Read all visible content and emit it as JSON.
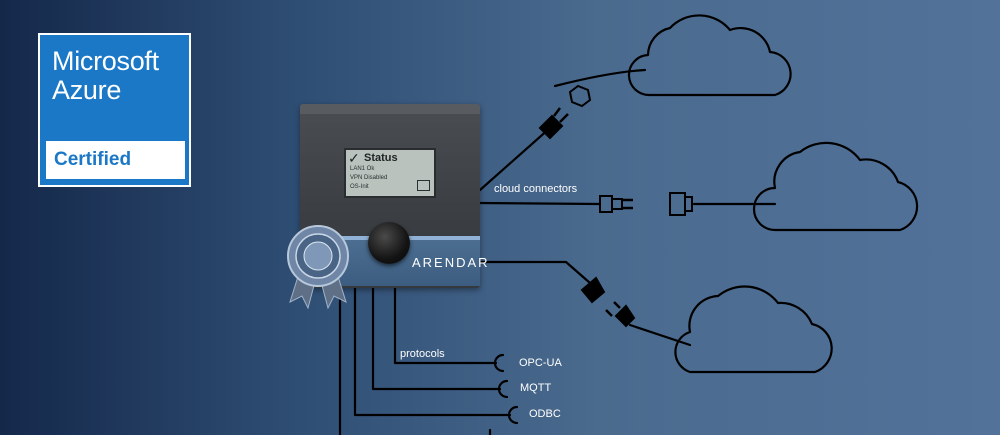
{
  "badge": {
    "brand_line1": "Microsoft",
    "brand_line2": "Azure",
    "certified": "Certified"
  },
  "device": {
    "lcd_title": "Status",
    "lcd_lines": [
      "LAN1 Ok",
      "VPN Disabled",
      "OS-Init"
    ],
    "logo": "ARENDAR"
  },
  "labels": {
    "cloud_connectors": "cloud connectors",
    "protocols": "protocols",
    "opcua": "OPC-UA",
    "mqtt": "MQTT",
    "odbc": "ODBC"
  },
  "colors": {
    "badge_blue": "#1a78c6",
    "band_blue": "#4d6f92",
    "line": "#000000"
  }
}
